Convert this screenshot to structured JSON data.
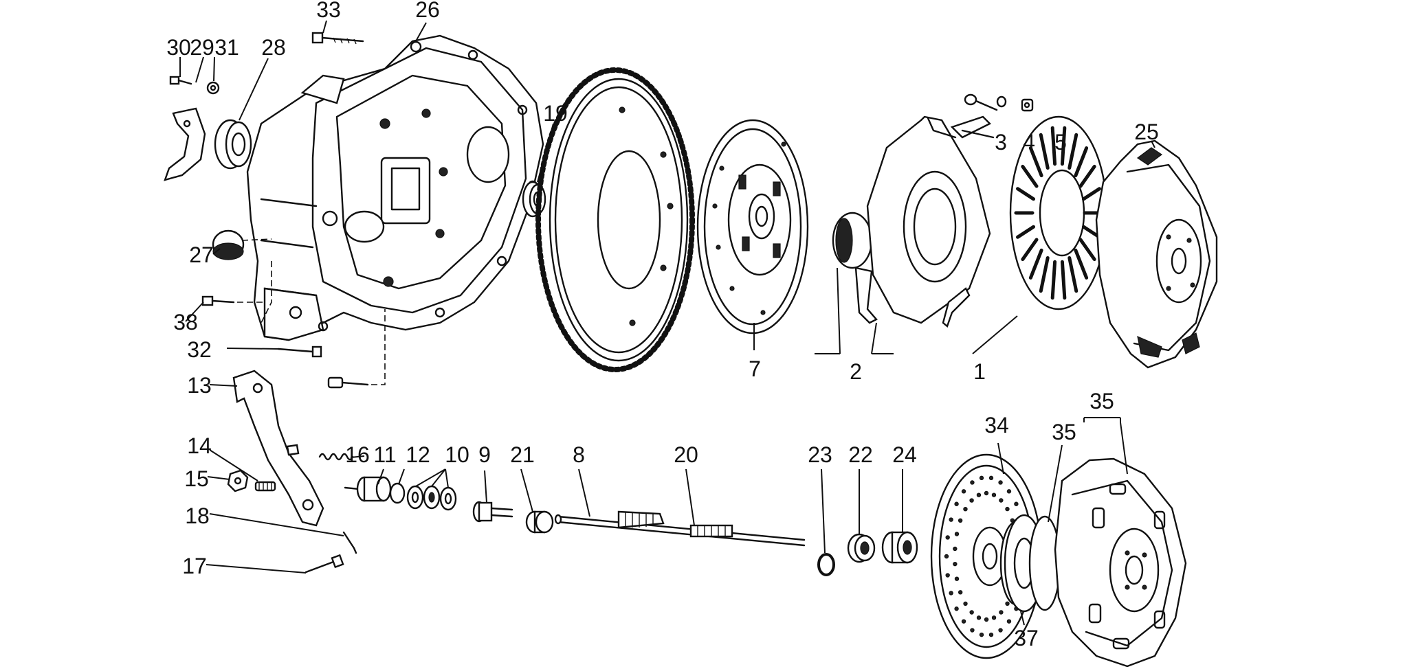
{
  "diagram": {
    "callouts": [
      {
        "id": "c1",
        "label": "1"
      },
      {
        "id": "c2",
        "label": "2"
      },
      {
        "id": "c3",
        "label": "3"
      },
      {
        "id": "c4",
        "label": "4"
      },
      {
        "id": "c5",
        "label": "5"
      },
      {
        "id": "c7",
        "label": "7"
      },
      {
        "id": "c8",
        "label": "8"
      },
      {
        "id": "c9",
        "label": "9"
      },
      {
        "id": "c10",
        "label": "10"
      },
      {
        "id": "c11",
        "label": "11"
      },
      {
        "id": "c12",
        "label": "12"
      },
      {
        "id": "c13",
        "label": "13"
      },
      {
        "id": "c14",
        "label": "14"
      },
      {
        "id": "c15",
        "label": "15"
      },
      {
        "id": "c16",
        "label": "16"
      },
      {
        "id": "c17",
        "label": "17"
      },
      {
        "id": "c18",
        "label": "18"
      },
      {
        "id": "c19",
        "label": "19"
      },
      {
        "id": "c20",
        "label": "20"
      },
      {
        "id": "c21",
        "label": "21"
      },
      {
        "id": "c22",
        "label": "22"
      },
      {
        "id": "c23",
        "label": "23"
      },
      {
        "id": "c24",
        "label": "24"
      },
      {
        "id": "c25",
        "label": "25"
      },
      {
        "id": "c26",
        "label": "26"
      },
      {
        "id": "c27",
        "label": "27"
      },
      {
        "id": "c28",
        "label": "28"
      },
      {
        "id": "c29",
        "label": "29"
      },
      {
        "id": "c30",
        "label": "30"
      },
      {
        "id": "c31",
        "label": "31"
      },
      {
        "id": "c32",
        "label": "32"
      },
      {
        "id": "c33",
        "label": "33"
      },
      {
        "id": "c34",
        "label": "34"
      },
      {
        "id": "c35a",
        "label": "35"
      },
      {
        "id": "c35b",
        "label": "35"
      },
      {
        "id": "c37",
        "label": "37"
      },
      {
        "id": "c38",
        "label": "38"
      }
    ]
  }
}
